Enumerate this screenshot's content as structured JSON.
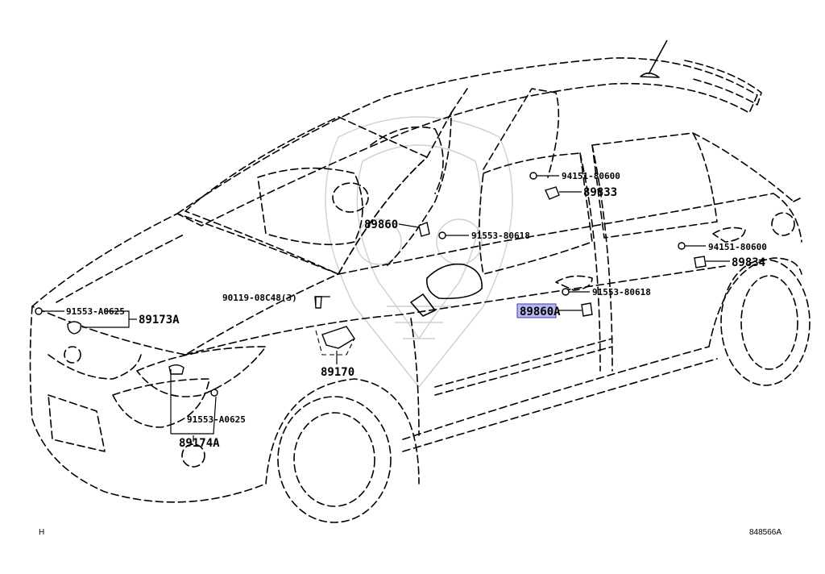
{
  "callouts": {
    "c94151_80600_upper": "94151-80600",
    "c89833": "89833",
    "c89860": "89860",
    "c91553_80618_upper": "91553-80618",
    "c94151_80600_right": "94151-80600",
    "c89834": "89834",
    "c90119_08c48": "90119-08C48(3)",
    "c91553_80618_lower": "91553-80618",
    "c89860a": "89860A",
    "c91553_a0625_left": "91553-A0625",
    "c89173a": "89173A",
    "c89170": "89170",
    "c91553_a0625_lower": "91553-A0625",
    "c89174a": "89174A"
  },
  "footer": {
    "left_code": "H",
    "drawing_number": "848566A"
  },
  "highlight": {
    "part": "89860A",
    "fill": "#b8b8f0"
  }
}
